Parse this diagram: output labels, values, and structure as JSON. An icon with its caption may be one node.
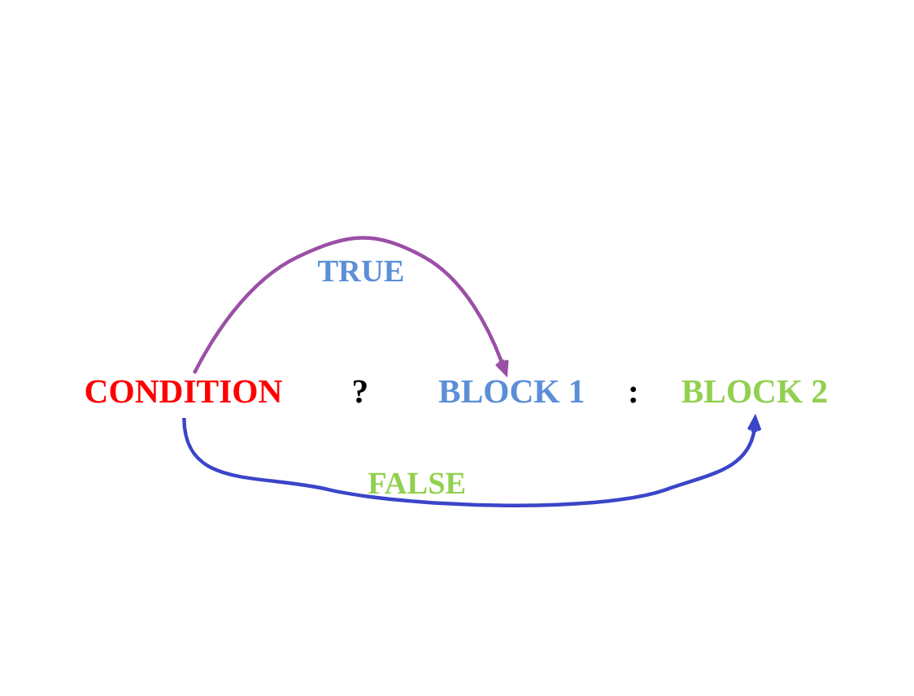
{
  "diagram": {
    "nodes": [
      {
        "text": [
          "CONDITION"
        ]
      },
      {
        "text": [
          "BLOCK 1"
        ]
      },
      {
        "text": [
          "BLOCK 2"
        ]
      }
    ],
    "edges": [
      {
        "from": 0,
        "to": 1,
        "arrow": "to",
        "label": "TRUE",
        "color": "#9b4fa6"
      },
      {
        "from": 0,
        "to": 2,
        "arrow": "to",
        "label": "FALSE",
        "color": "#3b45c8"
      }
    ],
    "labels": [
      "?",
      ":"
    ]
  }
}
